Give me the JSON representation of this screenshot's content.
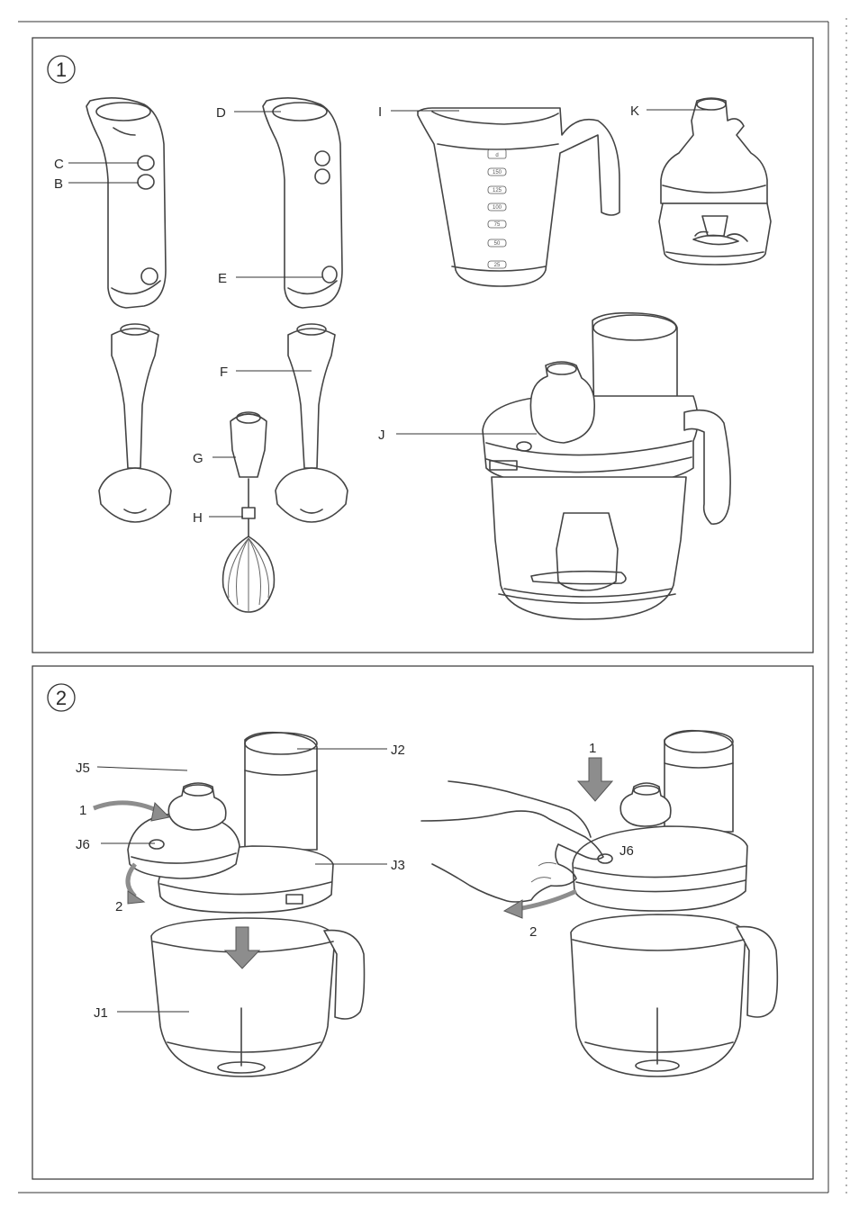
{
  "panel1": {
    "step": "1",
    "labels": {
      "b": "B",
      "c": "C",
      "d": "D",
      "e": "E",
      "f": "F",
      "g": "G",
      "h": "H",
      "i": "I",
      "j": "J",
      "k": "K"
    },
    "jug_ticks": [
      "d",
      "150",
      "125",
      "100",
      "75",
      "50",
      "25"
    ]
  },
  "panel2": {
    "step": "2",
    "labels": {
      "j1": "J1",
      "j2": "J2",
      "j3": "J3",
      "j5": "J5",
      "j6_left": "J6",
      "j6_right": "J6",
      "arrow1_left": "1",
      "arrow2_left": "2",
      "arrow1_right": "1",
      "arrow2_right": "2"
    }
  },
  "colors": {
    "line": "#333333",
    "paper": "#ffffff",
    "arrow": "#8d8d8d"
  }
}
